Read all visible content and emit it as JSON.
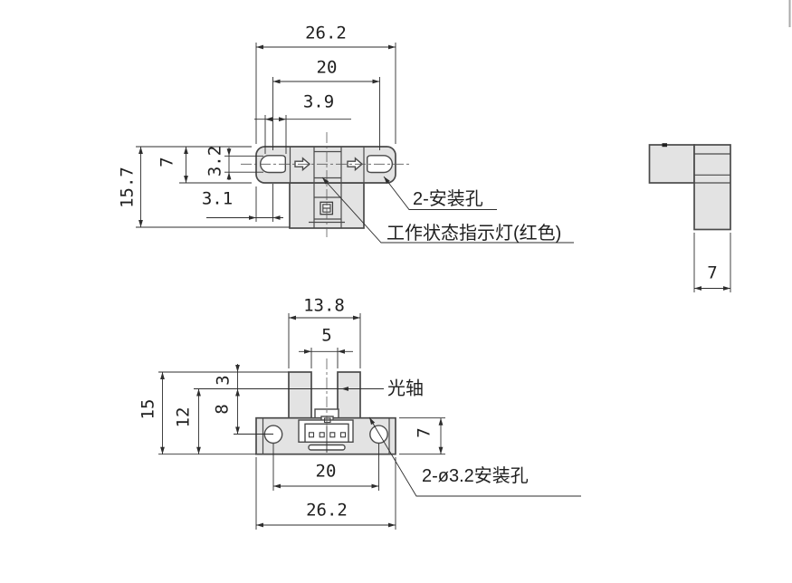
{
  "drawing": {
    "top_view": {
      "dim_overall_width": "26.2",
      "dim_hole_spacing": "20",
      "dim_slot_length": "3.9",
      "dim_slot_height": "3.2",
      "dim_bar_height": "7",
      "dim_total_height": "15.7",
      "dim_edge_to_hole": "3.1",
      "label_mounting_holes": "2-安装孔",
      "label_indicator": "工作状态指示灯(红色)"
    },
    "front_view": {
      "dim_head_width": "13.8",
      "dim_slot_width": "5",
      "dim_axis_from_top": "3",
      "dim_axis_to_hole": "8",
      "dim_total_height": "15",
      "dim_axis_to_bottom": "12",
      "dim_base_height": "7",
      "dim_hole_spacing": "20",
      "dim_overall_width": "26.2",
      "label_optical_axis": "光轴",
      "label_mounting_holes": "2-ø3.2安装孔"
    },
    "side_view": {
      "dim_thickness": "7"
    }
  }
}
